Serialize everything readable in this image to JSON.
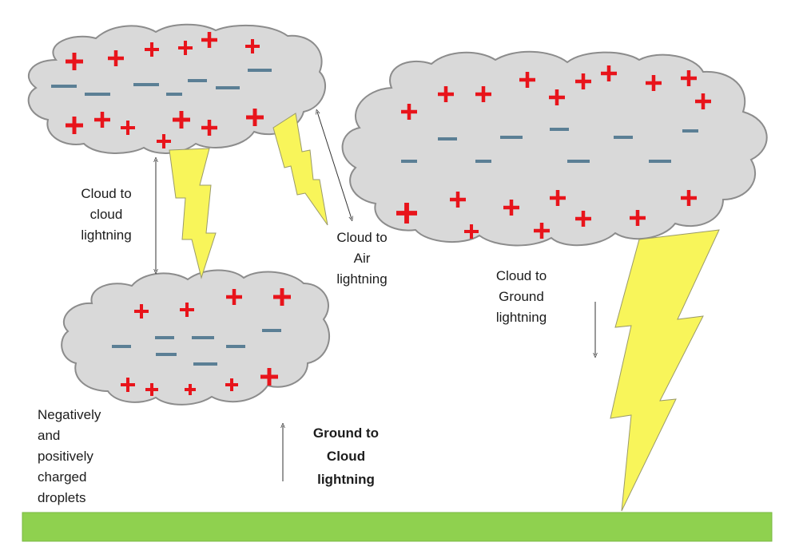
{
  "diagram": {
    "title": "Types of lightning",
    "labels": {
      "cloud_to_cloud": [
        "Cloud to",
        "cloud",
        "lightning"
      ],
      "cloud_to_air": [
        "Cloud to",
        "Air",
        "lightning"
      ],
      "cloud_to_ground": [
        "Cloud to",
        "Ground",
        "lightning"
      ],
      "ground_to_cloud": [
        "Ground to",
        "Cloud",
        "lightning"
      ],
      "droplets": [
        "Negatively",
        "and",
        "positively",
        "charged",
        "droplets"
      ]
    },
    "charges": {
      "positive_symbol": "+",
      "negative_symbol": "−"
    },
    "colors": {
      "cloud_fill": "#d9d9d9",
      "cloud_stroke": "#8c8c8c",
      "positive": "#e8141b",
      "negative": "#5b7f95",
      "bolt_fill": "#f8f55a",
      "bolt_stroke": "#9a9a6a",
      "ground": "#8fd14f"
    },
    "elements": [
      "top-left-cloud",
      "bottom-left-cloud",
      "right-cloud",
      "cloud-to-cloud-bolt",
      "cloud-to-air-bolt",
      "cloud-to-ground-bolt",
      "ground"
    ]
  }
}
